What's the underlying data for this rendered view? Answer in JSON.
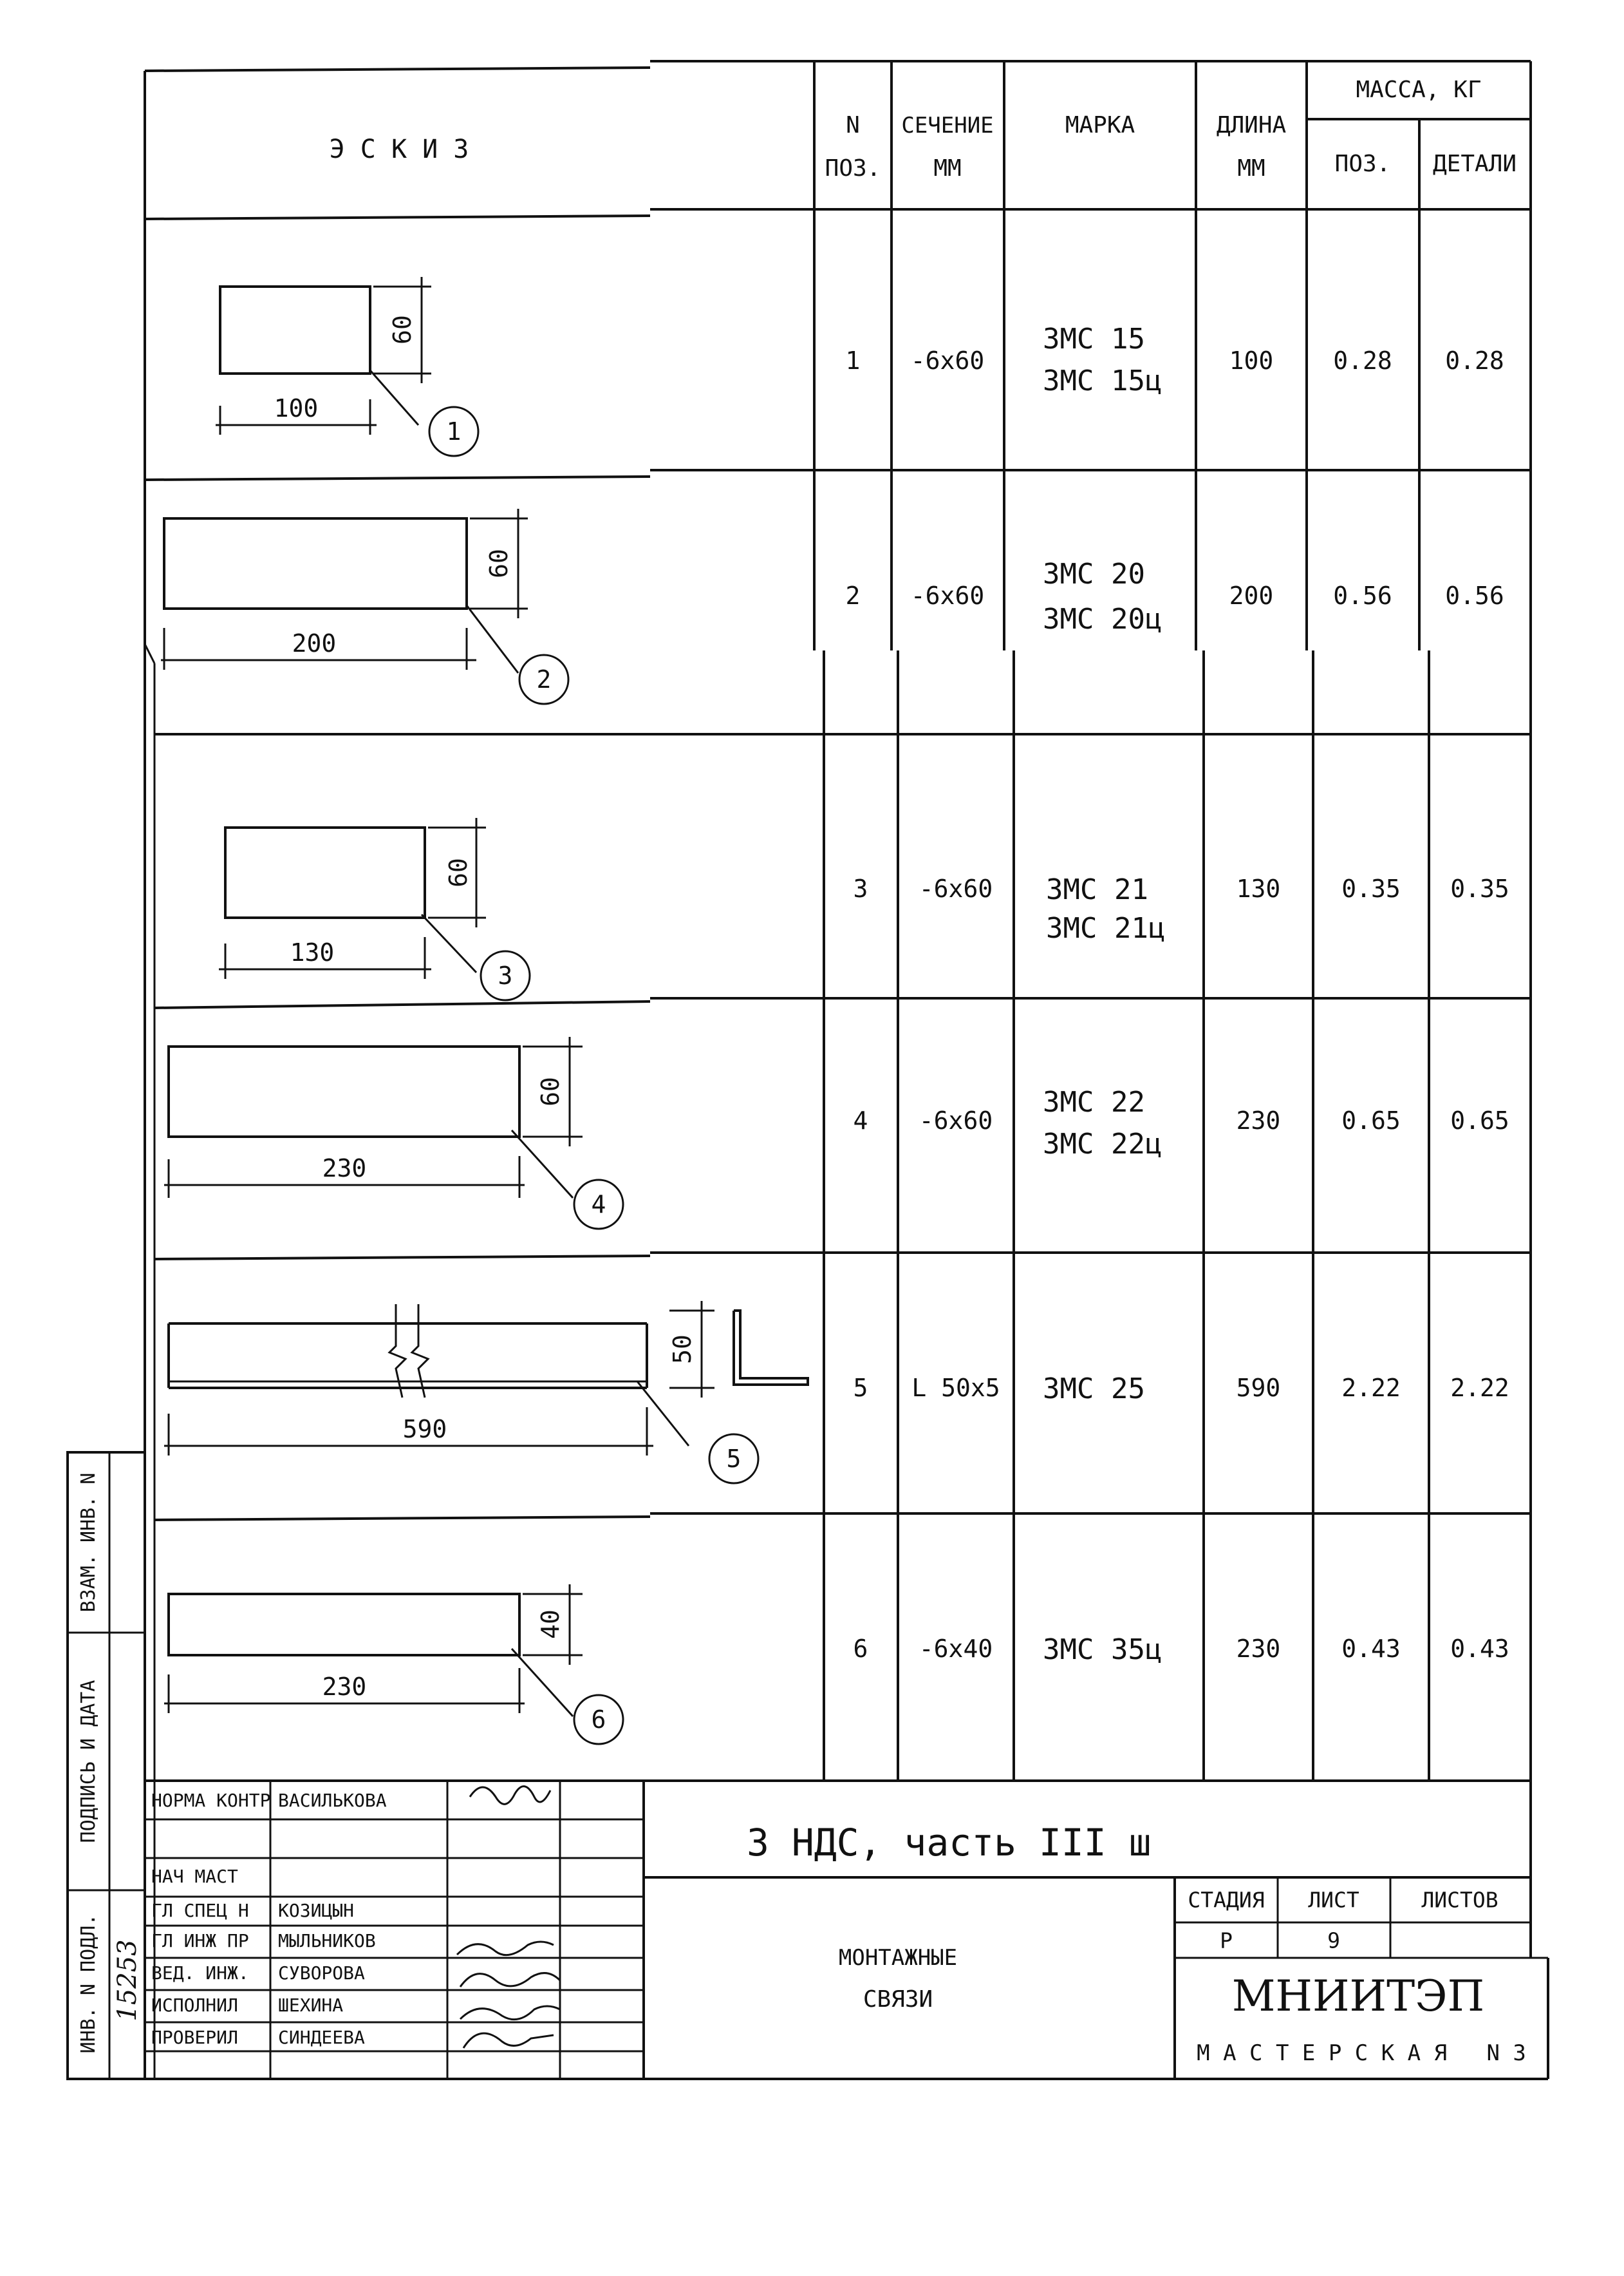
{
  "header": {
    "sketch": "Э С К И З",
    "pos_line1": "N",
    "pos_line2": "ПОЗ.",
    "section_line1": "СЕЧЕНИЕ",
    "section_line2": "ММ",
    "mark": "МАРКА",
    "length_line1": "ДЛИНА",
    "length_line2": "ММ",
    "mass": "МАССА, КГ",
    "mass_pos": "ПОЗ.",
    "mass_detail": "ДЕТАЛИ"
  },
  "rows": [
    {
      "pos": "1",
      "section": "-6x60",
      "mark1": "ЗМС 15",
      "mark2": "ЗМС 15ц",
      "length": "100",
      "mass_pos": "0.28",
      "mass_detail": "0.28",
      "dim_len": "100",
      "dim_h": "60",
      "callout": "1"
    },
    {
      "pos": "2",
      "section": "-6x60",
      "mark1": "ЗМС 20",
      "mark2": "ЗМС 20ц",
      "length": "200",
      "mass_pos": "0.56",
      "mass_detail": "0.56",
      "dim_len": "200",
      "dim_h": "60",
      "callout": "2"
    },
    {
      "pos": "3",
      "section": "-6x60",
      "mark1": "ЗМС 21",
      "mark2": "ЗМС 21ц",
      "length": "130",
      "mass_pos": "0.35",
      "mass_detail": "0.35",
      "dim_len": "130",
      "dim_h": "60",
      "callout": "3"
    },
    {
      "pos": "4",
      "section": "-6x60",
      "mark1": "ЗМС 22",
      "mark2": "ЗМС 22ц",
      "length": "230",
      "mass_pos": "0.65",
      "mass_detail": "0.65",
      "dim_len": "230",
      "dim_h": "60",
      "callout": "4"
    },
    {
      "pos": "5",
      "section": "L 50x5",
      "mark1": "ЗМС 25",
      "mark2": "",
      "length": "590",
      "mass_pos": "2.22",
      "mass_detail": "2.22",
      "dim_len": "590",
      "dim_h": "50",
      "callout": "5"
    },
    {
      "pos": "6",
      "section": "-6x40",
      "mark1": "ЗМС 35ц",
      "mark2": "",
      "length": "230",
      "mass_pos": "0.43",
      "mass_detail": "0.43",
      "dim_len": "230",
      "dim_h": "40",
      "callout": "6"
    }
  ],
  "side_stamp": {
    "inv_no": "ИНВ. N ПОДЛ.",
    "signature_date": "ПОДПИСЬ И ДАТА",
    "replace_inv": "ВЗАМ. ИНВ. N",
    "inv_value": "15253"
  },
  "title_block": {
    "project": "3 НДС, часть III ш",
    "drawing_title_1": "МОНТАЖНЫЕ",
    "drawing_title_2": "СВЯЗИ",
    "stage_label": "СТАДИЯ",
    "sheet_label": "ЛИСТ",
    "sheets_label": "ЛИСТОВ",
    "stage": "Р",
    "sheet": "9",
    "sheets": "",
    "org_name": "МНИИТЭП",
    "org_dept": "М А С Т Е Р С К А Я   N 3",
    "people": [
      {
        "role": "НОРМА КОНТР",
        "name": "ВАСИЛЬКОВА"
      },
      {
        "role": "",
        "name": ""
      },
      {
        "role": "НАЧ МАСТ",
        "name": ""
      },
      {
        "role": "ГЛ СПЕЦ Н",
        "name": "КОЗИЦЫН"
      },
      {
        "role": "ГЛ ИНЖ ПР",
        "name": "МЫЛЬНИКОВ"
      },
      {
        "role": "ВЕД. ИНЖ.",
        "name": "СУВОРОВА"
      },
      {
        "role": "ИСПОЛНИЛ",
        "name": "ШЕХИНА"
      },
      {
        "role": "ПРОВЕРИЛ",
        "name": "СИНДЕЕВА"
      }
    ]
  }
}
